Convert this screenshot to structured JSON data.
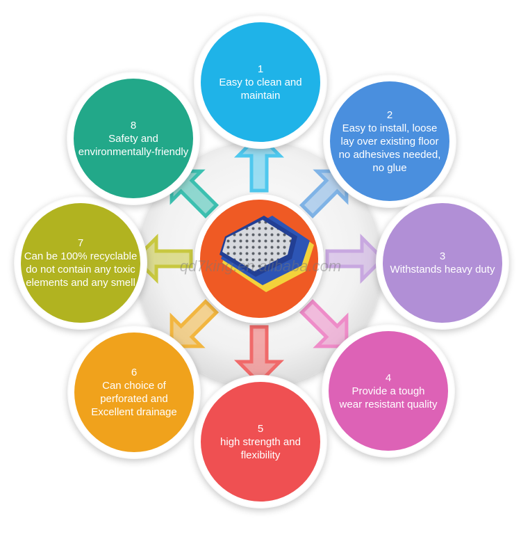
{
  "center": {
    "fill": "#ef5a24",
    "product": "blue-yellow-interlocking-floor-tile-image"
  },
  "watermark": "qd7king.en.alibaba.com",
  "features": [
    {
      "number": "1",
      "lines": [
        "Easy to clean and",
        "maintain"
      ],
      "color": "#1fb3e8"
    },
    {
      "number": "2",
      "lines": [
        "Easy to install, loose",
        "lay over existing floor",
        "no adhesives needed,",
        "no glue"
      ],
      "color": "#4a8fde"
    },
    {
      "number": "3",
      "lines": [
        "Withstands heavy duty"
      ],
      "color": "#b18fd6"
    },
    {
      "number": "4",
      "lines": [
        "Provide a tough",
        "wear resistant quality"
      ],
      "color": "#dd62b6"
    },
    {
      "number": "5",
      "lines": [
        "high strength and",
        "flexibility"
      ],
      "color": "#ef5052"
    },
    {
      "number": "6",
      "lines": [
        "Can choice of",
        "perforated  and",
        "Excellent drainage"
      ],
      "color": "#f0a21c"
    },
    {
      "number": "7",
      "lines": [
        "Can be 100% recyclable",
        "do not contain any toxic",
        "elements and any smell"
      ],
      "color": "#b1b320"
    },
    {
      "number": "8",
      "lines": [
        "Safety and",
        "environmentally-friendly"
      ],
      "color": "#22a889"
    }
  ],
  "arrows": [
    {
      "color": "#4fc8ee"
    },
    {
      "color": "#7fb3e6"
    },
    {
      "color": "#c8a8e0"
    },
    {
      "color": "#ee8cc8"
    },
    {
      "color": "#f06a6a"
    },
    {
      "color": "#f2b640"
    },
    {
      "color": "#c8c840"
    },
    {
      "color": "#3cc0b0"
    }
  ]
}
